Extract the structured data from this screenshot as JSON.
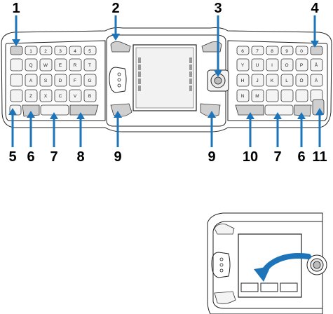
{
  "callouts_top": [
    "1",
    "2",
    "3",
    "4"
  ],
  "callouts_bottom": [
    "5",
    "6",
    "7",
    "8",
    "9",
    "9",
    "10",
    "7",
    "6",
    "11"
  ],
  "colors": {
    "callout_line": "#1e74b8",
    "outline": "#222222",
    "key_fill": "#f4f4f4"
  },
  "left_keys": {
    "row1": [
      "",
      "1",
      "2",
      "3",
      "4",
      "5"
    ],
    "row2": [
      "",
      "Q",
      "W",
      "E",
      "R",
      "T"
    ],
    "row3": [
      "",
      "A",
      "S",
      "D",
      "F",
      "G"
    ],
    "row4": [
      "",
      "Z",
      "X",
      "C",
      "V",
      "B"
    ]
  },
  "right_keys": {
    "row1": [
      "6",
      "7",
      "8",
      "9",
      "0",
      ""
    ],
    "row2": [
      "Y",
      "U",
      "I",
      "O",
      "P",
      "Å"
    ],
    "row3": [
      "H",
      "J",
      "K",
      "L",
      "Ö",
      "Ä"
    ],
    "row4": [
      "N",
      "M",
      "",
      "",
      "",
      ""
    ]
  },
  "icons": [
    "menu-key-icon",
    "navigation-joystick-icon",
    "backspace-icon",
    "enter-icon",
    "call-key-icon",
    "end-key-icon",
    "space-bar-icon",
    "signal-bars-icon",
    "battery-icon"
  ]
}
